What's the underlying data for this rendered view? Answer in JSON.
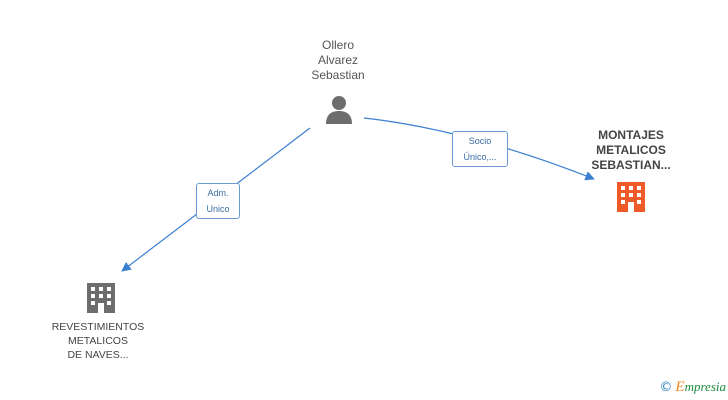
{
  "nodes": {
    "person": {
      "label_lines": [
        "Ollero",
        "Alvarez",
        "Sebastian"
      ],
      "icon": "person-icon",
      "color": "#6d6d6d"
    },
    "company_main": {
      "label_lines": [
        "MONTAJES",
        "METALICOS",
        "SEBASTIAN..."
      ],
      "icon": "building-icon",
      "color": "#f05a28"
    },
    "company_bottom": {
      "label_lines": [
        "REVESTIMIENTOS",
        "METALICOS",
        "DE NAVES..."
      ],
      "icon": "building-icon",
      "color": "#6d6d6d"
    }
  },
  "edges": [
    {
      "from": "person",
      "to": "company_bottom",
      "label_lines": [
        "Adm.",
        "Unico"
      ]
    },
    {
      "from": "person",
      "to": "company_main",
      "label_lines": [
        "Socio",
        "Único,..."
      ]
    }
  ],
  "colors": {
    "edge": "#3b7fd0",
    "edge_label_border": "#6b9bd2"
  },
  "footer": {
    "copyright": "©",
    "brand_first": "E",
    "brand_rest": "mpresia"
  }
}
